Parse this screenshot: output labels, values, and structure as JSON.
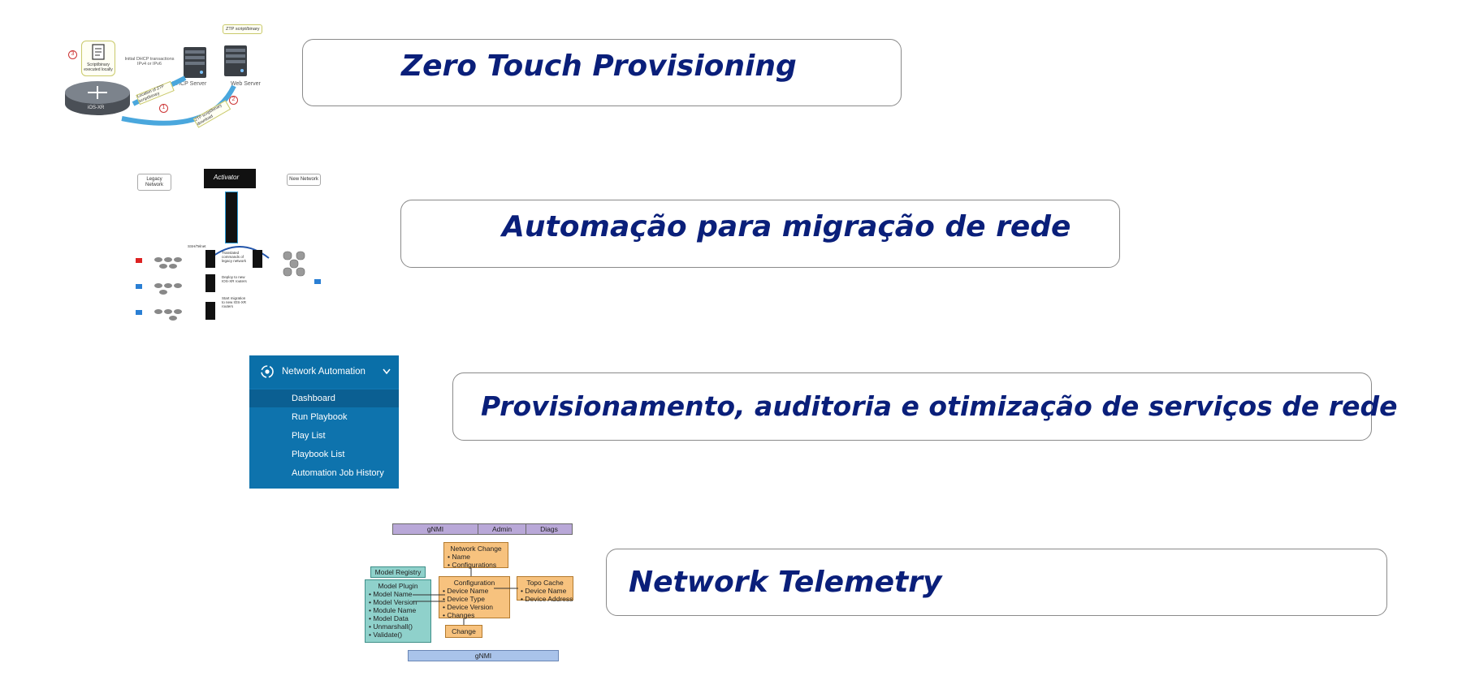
{
  "rows": [
    {
      "title": "Zero Touch Provisioning"
    },
    {
      "title": "Automação para migração de rede"
    },
    {
      "title": "Provisionamento, auditoria e otimização de serviços de rede"
    },
    {
      "title": "Network Telemetry"
    }
  ],
  "ztp": {
    "script_label": "Script/binary executed locally",
    "dhcp_note": "Initial DHCP transactions IPv4 or IPv6",
    "dhcp_server": "DHCP Server",
    "web_server": "Web Server",
    "ztp_badge": "ZTP script/binary",
    "router_label": "iOS-XR",
    "step1": "1",
    "step2": "2",
    "step3": "3",
    "arrow1": "Location of ZTP script/binary",
    "arrow2": "ZTP script/binary download"
  },
  "migration": {
    "legacy": "Legacy Network",
    "new": "New Network",
    "brand": "Activator",
    "note1": "Translated commands of legacy network",
    "note2": "Deploy to new IOS-XR routers",
    "note3": "Start migration to new IOS-XR routers",
    "link": "SSH/Telnet"
  },
  "network_automation": {
    "title": "Network Automation",
    "items": [
      "Dashboard",
      "Run Playbook",
      "Play List",
      "Playbook List",
      "Automation Job History"
    ],
    "active_index": 0
  },
  "telemetry": {
    "top_tabs": [
      "gNMI",
      "Admin",
      "Diags"
    ],
    "network_change": {
      "title": "Network Change",
      "lines": [
        "• Name",
        "• Configurations"
      ]
    },
    "model_registry": "Model Registry",
    "model_plugin": {
      "title": "Model Plugin",
      "lines": [
        "• Model Name",
        "• Model Version",
        "• Module Name",
        "• Model Data",
        "• Unmarshall()",
        "• Validate()"
      ]
    },
    "configuration": {
      "title": "Configuration",
      "lines": [
        "• Device Name",
        "• Device Type",
        "• Device Version",
        "• Changes"
      ]
    },
    "topo_cache": {
      "title": "Topo Cache",
      "lines": [
        "• Device Name",
        "• Device Address"
      ]
    },
    "change": "Change",
    "bottom_bar": "gNMI"
  },
  "colors": {
    "title": "#0a1f7a",
    "border": "#8a8a8a",
    "panel": "#0e73ad"
  }
}
